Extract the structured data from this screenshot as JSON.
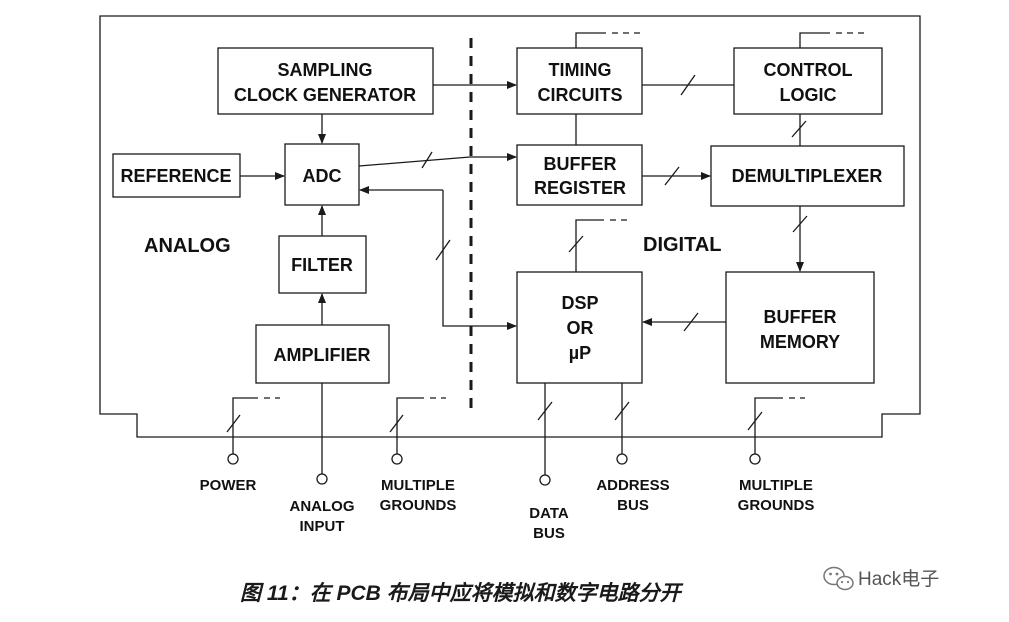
{
  "blocks": {
    "sampling_clock": [
      "SAMPLING",
      "CLOCK GENERATOR"
    ],
    "reference": "REFERENCE",
    "adc": "ADC",
    "filter": "FILTER",
    "amplifier": "AMPLIFIER",
    "timing": [
      "TIMING",
      "CIRCUITS"
    ],
    "control": [
      "CONTROL",
      "LOGIC"
    ],
    "buffer_register": [
      "BUFFER",
      "REGISTER"
    ],
    "demux": "DEMULTIPLEXER",
    "dsp": [
      "DSP",
      "OR",
      "µP"
    ],
    "buffer_memory": [
      "BUFFER",
      "MEMORY"
    ]
  },
  "zones": {
    "analog": "ANALOG",
    "digital": "DIGITAL"
  },
  "pins": {
    "power": [
      "POWER"
    ],
    "analog_input": [
      "ANALOG",
      "INPUT"
    ],
    "analog_grounds": [
      "MULTIPLE",
      "GROUNDS"
    ],
    "data_bus": [
      "DATA",
      "BUS"
    ],
    "address_bus": [
      "ADDRESS",
      "BUS"
    ],
    "digital_grounds": [
      "MULTIPLE",
      "GROUNDS"
    ]
  },
  "caption": "图 11：在 PCB 布局中应将模拟和数字电路分开",
  "watermark": "Hack电子"
}
